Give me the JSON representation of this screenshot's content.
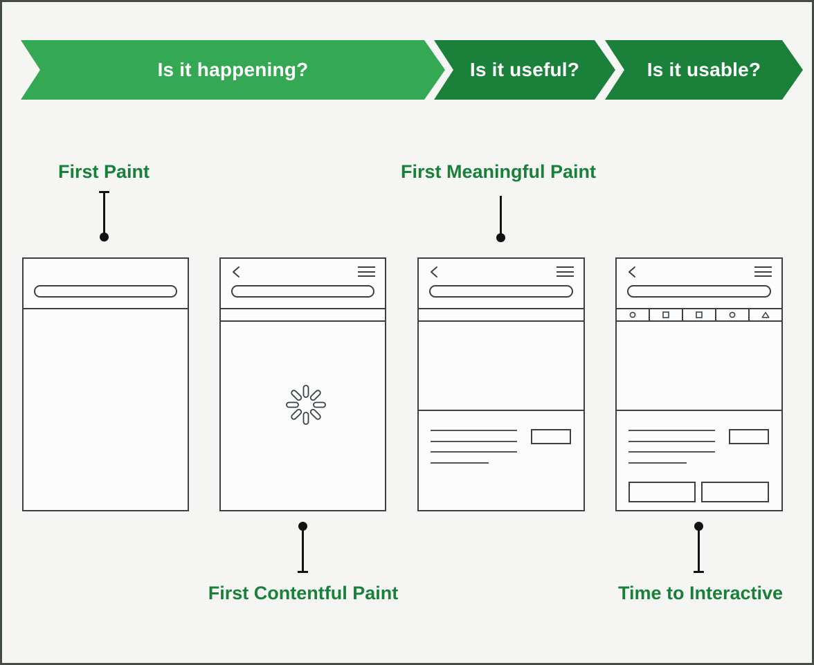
{
  "banner": {
    "arrows": [
      {
        "id": "happening",
        "label": "Is it happening?"
      },
      {
        "id": "useful",
        "label": "Is it useful?"
      },
      {
        "id": "usable",
        "label": "Is it usable?"
      }
    ]
  },
  "metrics": {
    "first_paint": {
      "label": "First Paint",
      "label_position": "above-phone-1"
    },
    "first_contentful_paint": {
      "label": "First Contentful Paint",
      "label_position": "below-phone-2"
    },
    "first_meaningful_paint": {
      "label": "First Meaningful Paint",
      "label_position": "above-phone-3"
    },
    "time_to_interactive": {
      "label": "Time to Interactive",
      "label_position": "below-phone-4"
    }
  },
  "icons": {
    "back": "back-chevron-icon",
    "menu": "hamburger-menu-icon",
    "spinner": "loading-spinner-icon",
    "nav_bar": [
      "circle-icon",
      "square-icon",
      "square-icon",
      "circle-icon",
      "triangle-icon"
    ]
  },
  "colors": {
    "green-light": "#34A853",
    "green-dark": "#1B8039",
    "label-green": "#188038",
    "ink": "#3C4043",
    "line-gray": "#50555A",
    "connector": "#131313",
    "background": "#F5F5F4",
    "frame": "#454C46",
    "phone-bg": "#FCFCFC"
  }
}
